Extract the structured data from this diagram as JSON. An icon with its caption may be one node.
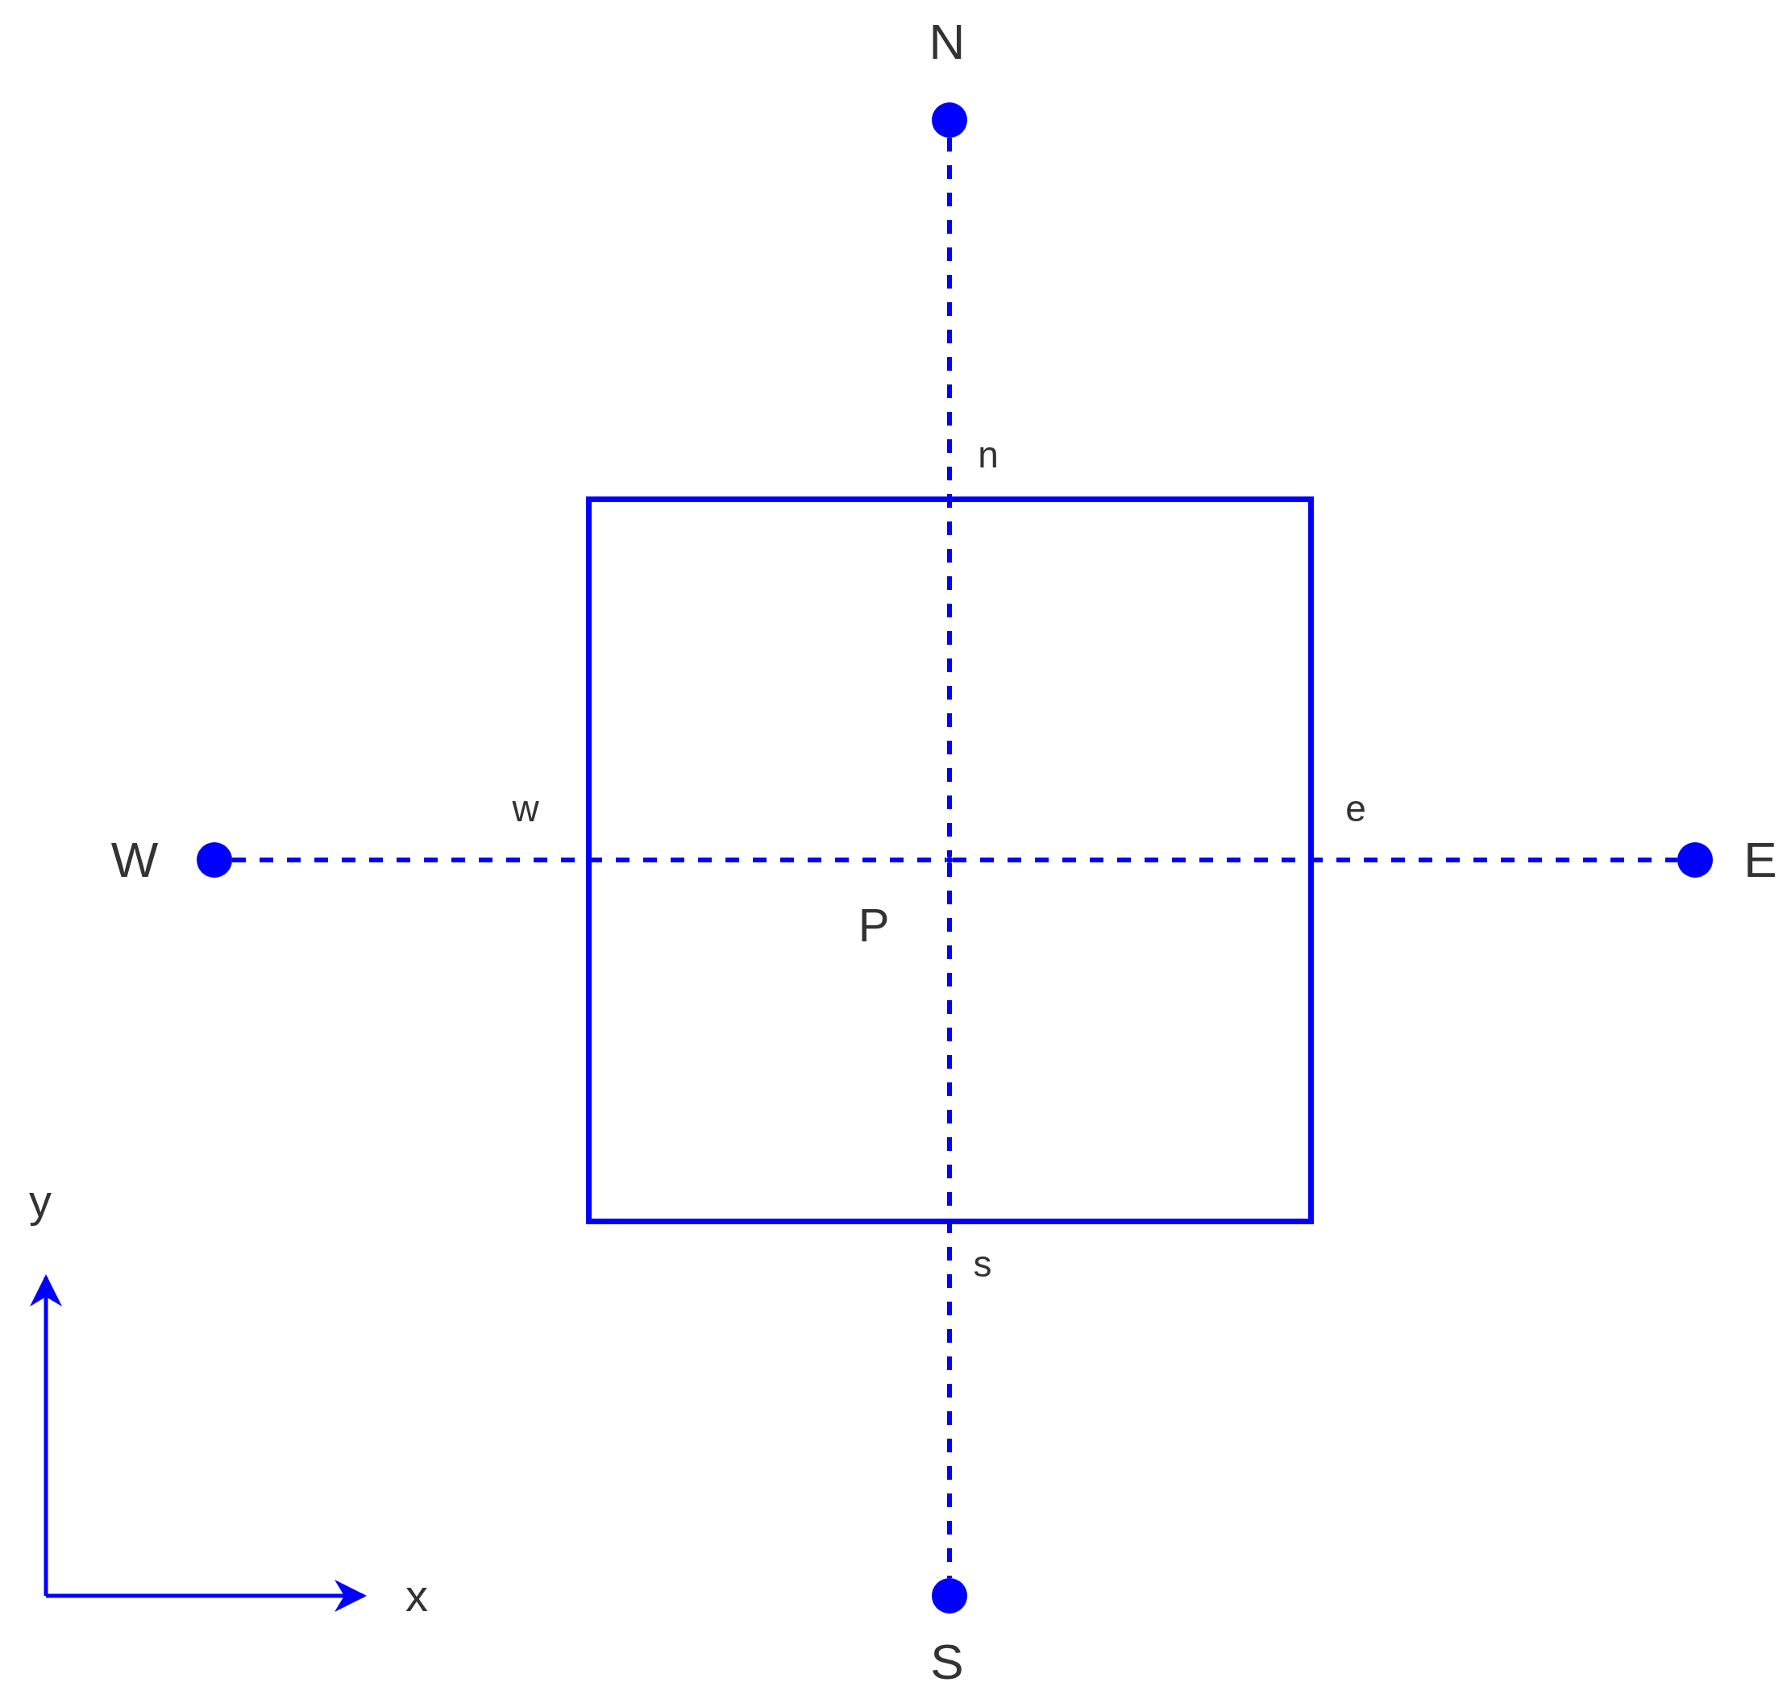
{
  "diagram": {
    "nodes": [
      {
        "text": [],
        "shape": "box"
      },
      {
        "text": [],
        "shape": "circle",
        "beside": [
          "N"
        ]
      },
      {
        "text": [],
        "shape": "circle",
        "beside": [
          "S"
        ]
      },
      {
        "text": [],
        "shape": "circle",
        "beside": [
          "W"
        ]
      },
      {
        "text": [],
        "shape": "circle",
        "beside": [
          "E"
        ]
      },
      {
        "text": [],
        "shape": "point",
        "in": 0,
        "beside": [
          "P"
        ]
      }
    ],
    "edges": [
      {
        "from": 1,
        "to": 5,
        "arrow": "none",
        "style": "dashed"
      },
      {
        "from": 5,
        "to": 2,
        "arrow": "none",
        "style": "dashed"
      },
      {
        "from": 3,
        "to": 5,
        "arrow": "none",
        "style": "dashed"
      },
      {
        "from": 5,
        "to": 4,
        "arrow": "none",
        "style": "dashed"
      }
    ],
    "labels": [
      "n",
      "w",
      "e",
      "s",
      "y",
      "x"
    ]
  }
}
